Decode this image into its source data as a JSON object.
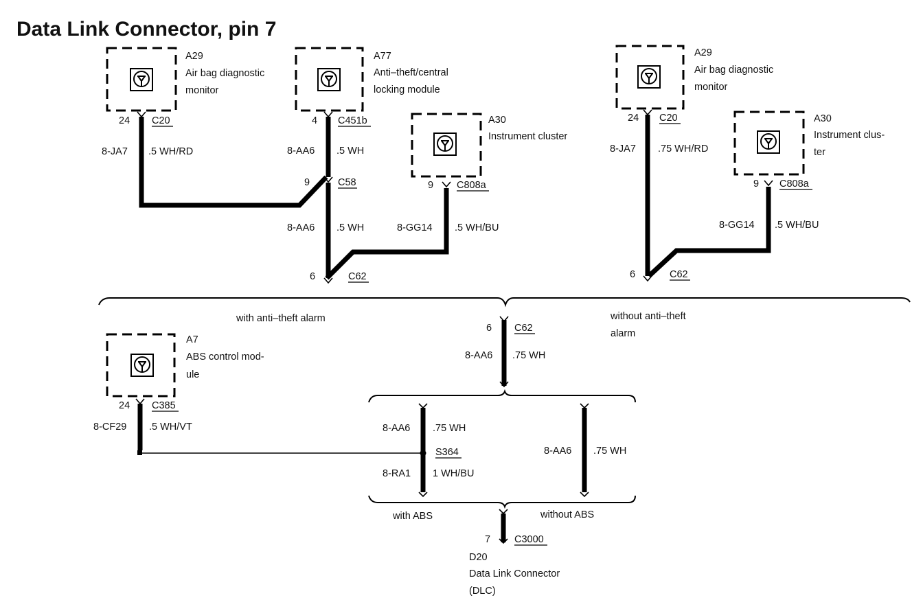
{
  "title": "Data Link Connector, pin 7",
  "modules": {
    "a29_left": {
      "id": "A29",
      "line1": "Air bag diagnostic",
      "line2": "monitor",
      "icon": "transistor-icon"
    },
    "a77": {
      "id": "A77",
      "line1": "Anti–theft/central",
      "line2": "locking module",
      "icon": "transistor-icon"
    },
    "a30_left": {
      "id": "A30",
      "line1": "Instrument cluster",
      "icon": "transistor-icon"
    },
    "a29_right": {
      "id": "A29",
      "line1": "Air bag diagnostic",
      "line2": "monitor",
      "icon": "transistor-icon"
    },
    "a30_right": {
      "id": "A30",
      "line1": "Instrument clus-",
      "line2": "ter",
      "icon": "transistor-icon"
    },
    "a7": {
      "id": "A7",
      "line1": "ABS control mod-",
      "line2": "ule",
      "icon": "transistor-icon"
    },
    "d20": {
      "id": "D20",
      "line1": "Data Link Connector",
      "line2": "(DLC)"
    }
  },
  "connectors": {
    "c20_left": {
      "pin": "24",
      "name": "C20"
    },
    "c451b": {
      "pin": "4",
      "name": "C451b"
    },
    "c58": {
      "pin": "9",
      "name": "C58"
    },
    "c808a_left": {
      "pin": "9",
      "name": "C808a"
    },
    "c62_left": {
      "pin": "6",
      "name": "C62"
    },
    "c20_right": {
      "pin": "24",
      "name": "C20"
    },
    "c808a_right": {
      "pin": "9",
      "name": "C808a"
    },
    "c62_right": {
      "pin": "6",
      "name": "C62"
    },
    "c62_mid": {
      "pin": "6",
      "name": "C62"
    },
    "c385": {
      "pin": "24",
      "name": "C385"
    },
    "s364": {
      "name": "S364"
    },
    "c3000": {
      "pin": "7",
      "name": "C3000"
    }
  },
  "wires": {
    "ja7_left": {
      "circuit": "8-JA7",
      "spec": ".5 WH/RD"
    },
    "aa6_a77": {
      "circuit": "8-AA6",
      "spec": ".5 WH"
    },
    "aa6_c58": {
      "circuit": "8-AA6",
      "spec": ".5 WH"
    },
    "gg14_left": {
      "circuit": "8-GG14",
      "spec": ".5 WH/BU"
    },
    "ja7_right": {
      "circuit": "8-JA7",
      "spec": ".75 WH/RD"
    },
    "gg14_right": {
      "circuit": "8-GG14",
      "spec": ".5 WH/BU"
    },
    "aa6_mid": {
      "circuit": "8-AA6",
      "spec": ".75 WH"
    },
    "cf29": {
      "circuit": "8-CF29",
      "spec": ".5 WH/VT"
    },
    "aa6_abs": {
      "circuit": "8-AA6",
      "spec": ".75 WH"
    },
    "ra1": {
      "circuit": "8-RA1",
      "spec": "1 WH/BU"
    },
    "aa6_noabs": {
      "circuit": "8-AA6",
      "spec": ".75 WH"
    }
  },
  "variants": {
    "with_alarm": "with anti–theft alarm",
    "without_alarm_1": "without anti–theft",
    "without_alarm_2": "alarm",
    "with_abs": "with ABS",
    "without_abs": "without ABS"
  }
}
